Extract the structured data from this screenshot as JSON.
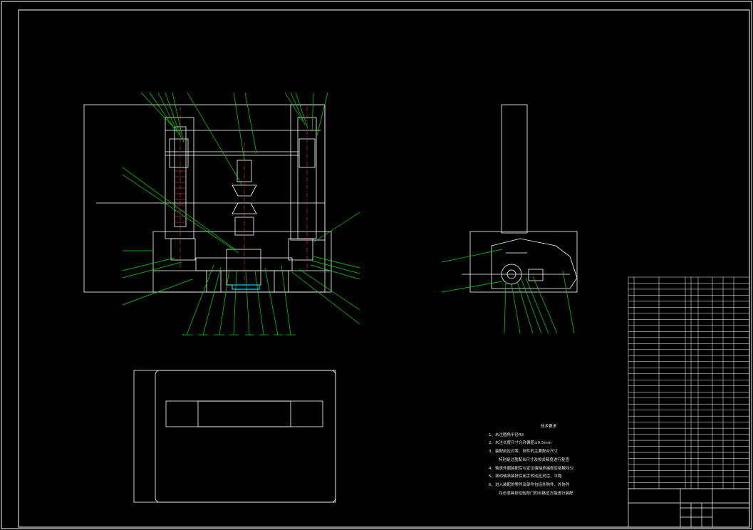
{
  "drawing": {
    "background": "#000000",
    "colors": {
      "outline": "#ffffff",
      "leader": "#00e000",
      "centerline": "#ff3030",
      "highlight": "#00d0ff",
      "text": "#ffffff"
    }
  },
  "notes": {
    "title": "技术要求",
    "items": [
      "1、未注圆角半径R5",
      "2、未注长度尺寸允许偏差±0.5mm",
      "3、装配前应对零、部件的主要配合尺寸",
      "特别是过盈配合尺寸及相关精度进行复查",
      "4、轴承外圈装配后与定位端轴承端面应接触均匀",
      "5、滚动轴承装好后用手转动应灵活、平稳",
      "6、进入装配的零件及部件包括外购件、外协件",
      "均必须具有检验部门的合格证方能进行装配"
    ]
  }
}
